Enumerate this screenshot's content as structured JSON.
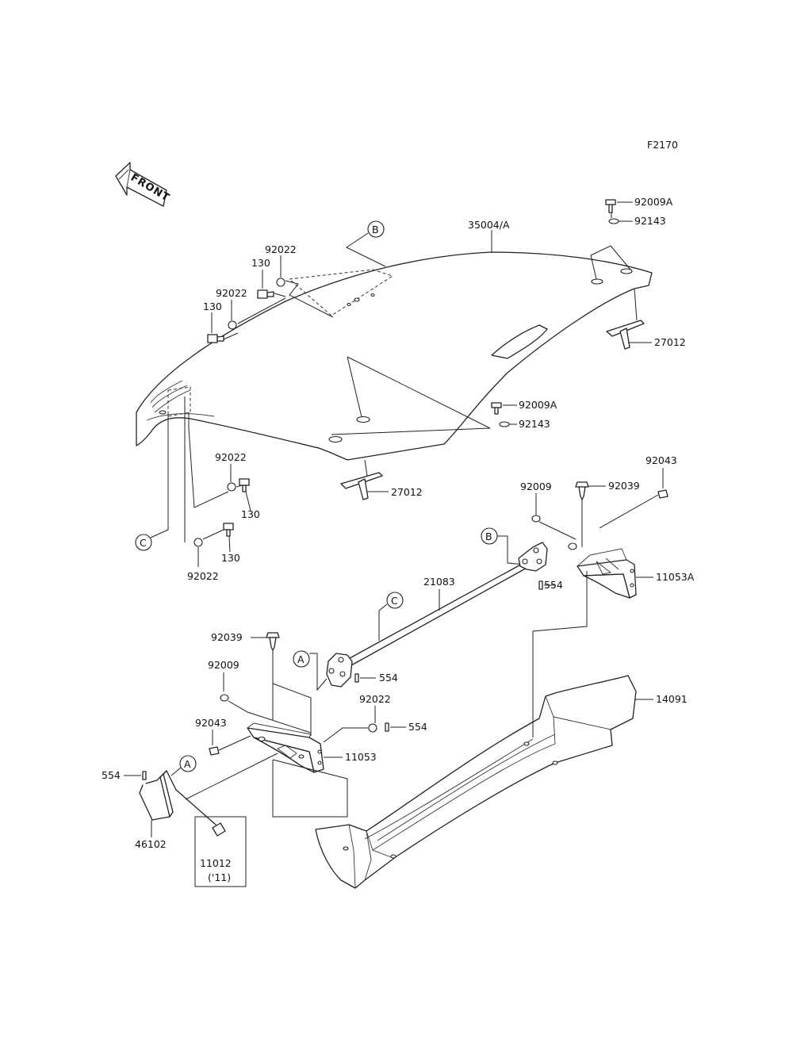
{
  "diagram": {
    "figure_code": "F2170",
    "front_label": "FRONT",
    "callouts": {
      "a": "A",
      "b": "B",
      "c": "C"
    },
    "part_numbers": {
      "p92009a": "92009A",
      "p92143": "92143",
      "p35004a": "35004/A",
      "p92022": "92022",
      "p130": "130",
      "p27012": "27012",
      "p92043": "92043",
      "p92009": "92009",
      "p92039": "92039",
      "p11053a": "11053A",
      "p21083": "21083",
      "p554": "554",
      "p14091": "14091",
      "p11053": "11053",
      "p46102": "46102",
      "p11012": "11012",
      "year_note": "('11)"
    }
  }
}
